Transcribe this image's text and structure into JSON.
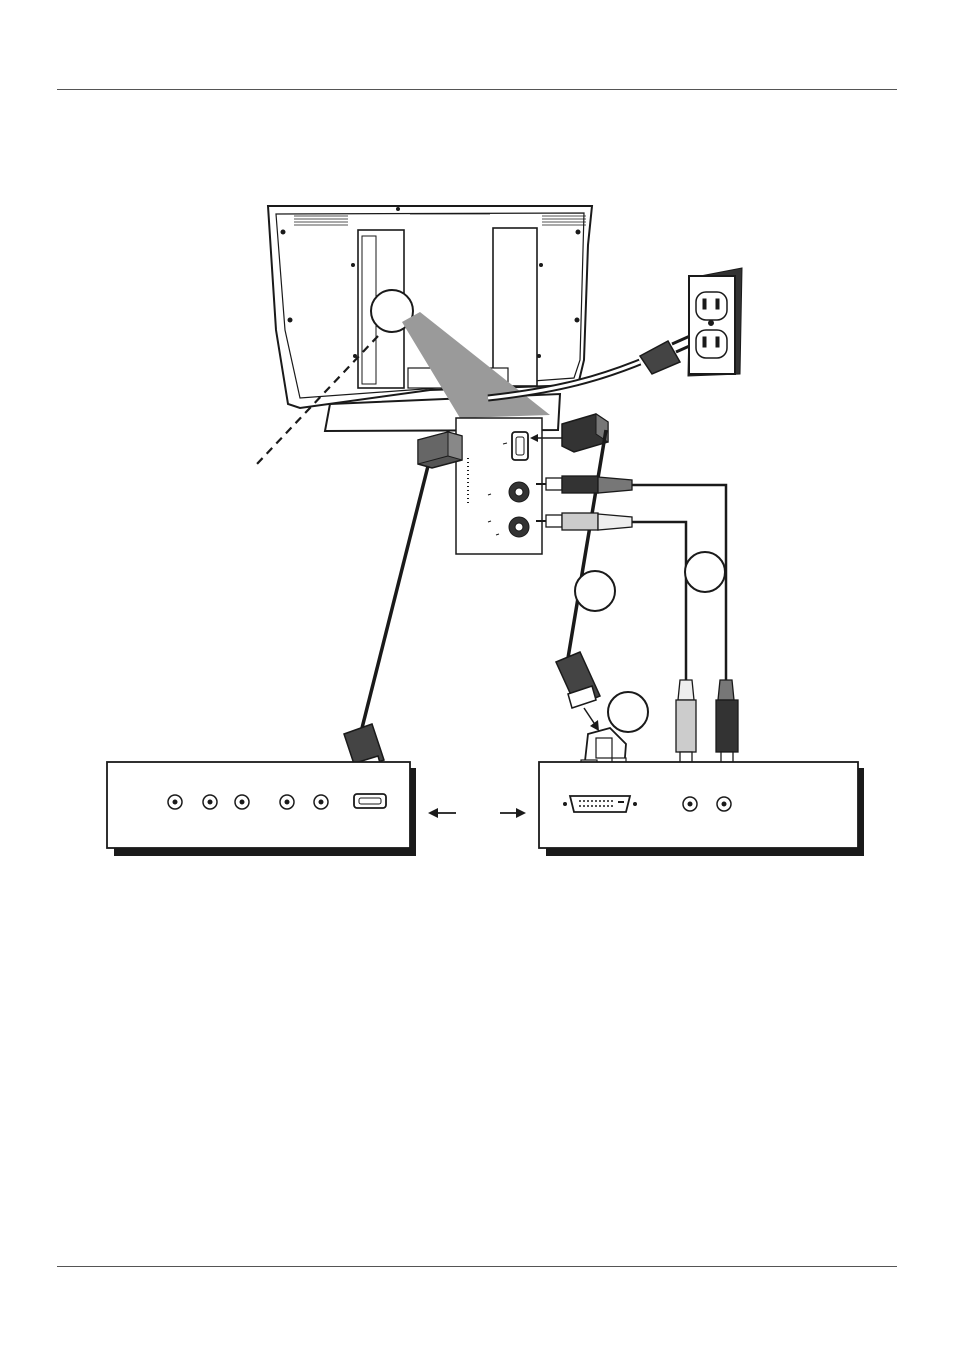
{
  "page": {
    "header_rule": true,
    "footer_rule": true
  },
  "diagram": {
    "callouts": [
      {
        "id": "A",
        "label": ""
      },
      {
        "id": "B",
        "label": ""
      },
      {
        "id": "C",
        "label": ""
      },
      {
        "id": "D",
        "label": ""
      }
    ],
    "tv_panel_labels": [],
    "colors": {
      "line": "#1a1a1a",
      "shade": "#9a9a9a",
      "cable_dark": "#333333",
      "cable_light": "#bdbdbd"
    },
    "icons": [
      "tv-back-icon",
      "wall-outlet-icon",
      "power-plug-icon",
      "hdmi-connector-icon",
      "dvi-connector-icon",
      "rca-connector-icon",
      "arrow-left-icon",
      "arrow-right-icon"
    ]
  }
}
